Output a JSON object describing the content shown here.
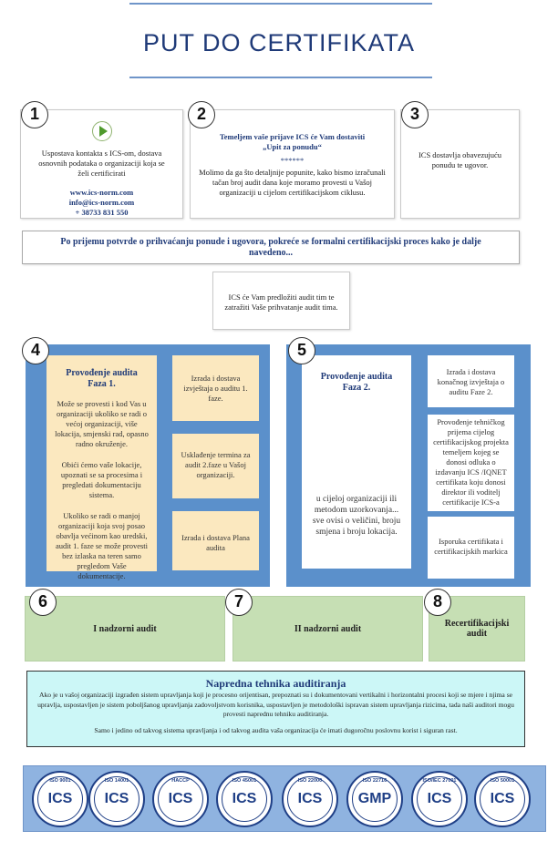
{
  "title": "PUT DO CERTIFIKATA",
  "steps": {
    "s1": {
      "num": "1",
      "text": "Uspostava kontakta s ICS-om, dostava osnovnih podataka o organizaciji koja se želi certificirati",
      "web": "www.ics-norm.com",
      "email": "info@ics-norm.com",
      "phone": "+ 38733 831 550"
    },
    "s2": {
      "num": "2",
      "heading": "Temeljem vaše prijave ICS će Vam dostaviti „Upit za ponudu“",
      "stars": "******",
      "text": "Molimo da ga što detaljnije popunite, kako bismo izračunali tačan broj audit dana koje moramo provesti u Vašoj organizaciji u cijelom certifikacijskom ciklusu."
    },
    "s3": {
      "num": "3",
      "text": "ICS dostavlja obavezujuću ponudu te ugovor."
    },
    "banner": "Po prijemu potvrde o prihvaćanju ponude i ugovora, pokreće se formalni certifikacijski proces kako je dalje navedeno...",
    "auditteam": "ICS će Vam predložiti audit tim te zatražiti Vaše prihvatanje audit tima.",
    "s4": {
      "num": "4",
      "heading": "Provođenje audita Faza 1.",
      "p1": "Može se provesti i kod Vas u organizaciji ukoliko se radi o većoj organizaciji, više lokacija, smjenski rad, opasno radno okruženje.",
      "p2": "Obići ćemo vaše lokacije, upoznati se sa procesima i pregledati dokumentaciju sistema.",
      "p3": "Ukoliko se radi o manjoj organizaciji koja svoj posao obavlja većinom kao uredski, audit 1. faze se može provesti bez izlaska na teren samo pregledom Vaše dokumentacije.",
      "r1": "Izrada i dostava izvještaja o auditu 1. faze.",
      "r2": "Usklađenje termina za audit 2.faze u Vašoj organizaciji.",
      "r3": "Izrada i dostava Plana audita"
    },
    "s5": {
      "num": "5",
      "heading": "Provođenje audita Faza 2.",
      "text": "u cijeloj organizaciji ili metodom uzorkovanja... sve ovisi o veličini, broju smjena i broju lokacija.",
      "r1": "Izrada i dostava konačnog izvještaja o auditu Faze 2.",
      "r2": "Provođenje tehničkog prijema cijelog certifikacijskog projekta temeljem kojeg se donosi odluka o izdavanju ICS /IQNET certifikata koju donosi direktor ili voditelj certifikacije ICS-a",
      "r3": "Isporuka certifikata i certifikacijskih markica"
    },
    "s6": {
      "num": "6",
      "label": "I nadzorni audit"
    },
    "s7": {
      "num": "7",
      "label": "II nadzorni audit"
    },
    "s8": {
      "num": "8",
      "label": "Recertifikacijski audit"
    }
  },
  "advanced": {
    "heading": "Napredna tehnika auditiranja",
    "p1": "Ako je u vašoj organizaciji izgrađen sistem upravljanja koji je procesno orijentisan, prepoznati su i dokumentovani vertikalni i horizontalni procesi koji se mjere i njima se upravlja, uspostavljen je sistem poboljšanog upravljanja zadovoljstvom korisnika, uspostavljen je metodološki ispravan sistem upravljanja rizicima, tada naši auditori mogu provesti naprednu tehniku auditiranja.",
    "p2": "Samo i jedino od takvog sistema upravljanja i od takvog audita vaša organizacija će imati dugoročnu poslovnu korist i siguran rast."
  },
  "logos": [
    {
      "top": "ISO 9001",
      "mid": "ICS",
      "bot": ""
    },
    {
      "top": "ISO 14001",
      "mid": "ICS",
      "bot": ""
    },
    {
      "top": "HACCP",
      "mid": "ICS",
      "bot": ""
    },
    {
      "top": "ISO 45001",
      "mid": "ICS",
      "bot": ""
    },
    {
      "top": "ISO 22000",
      "mid": "ICS",
      "bot": ""
    },
    {
      "top": "ISO 22716",
      "mid": "GMP",
      "bot": ""
    },
    {
      "top": "ISO/IEC 27001",
      "mid": "ICS",
      "bot": ""
    },
    {
      "top": "ISO 50001",
      "mid": "ICS",
      "bot": ""
    }
  ],
  "colors": {
    "navy": "#1f3a78",
    "panel": "#5b90cb",
    "cream": "#fbe8bf",
    "green": "#c6dfb4",
    "cyan": "#ccf7f7"
  }
}
